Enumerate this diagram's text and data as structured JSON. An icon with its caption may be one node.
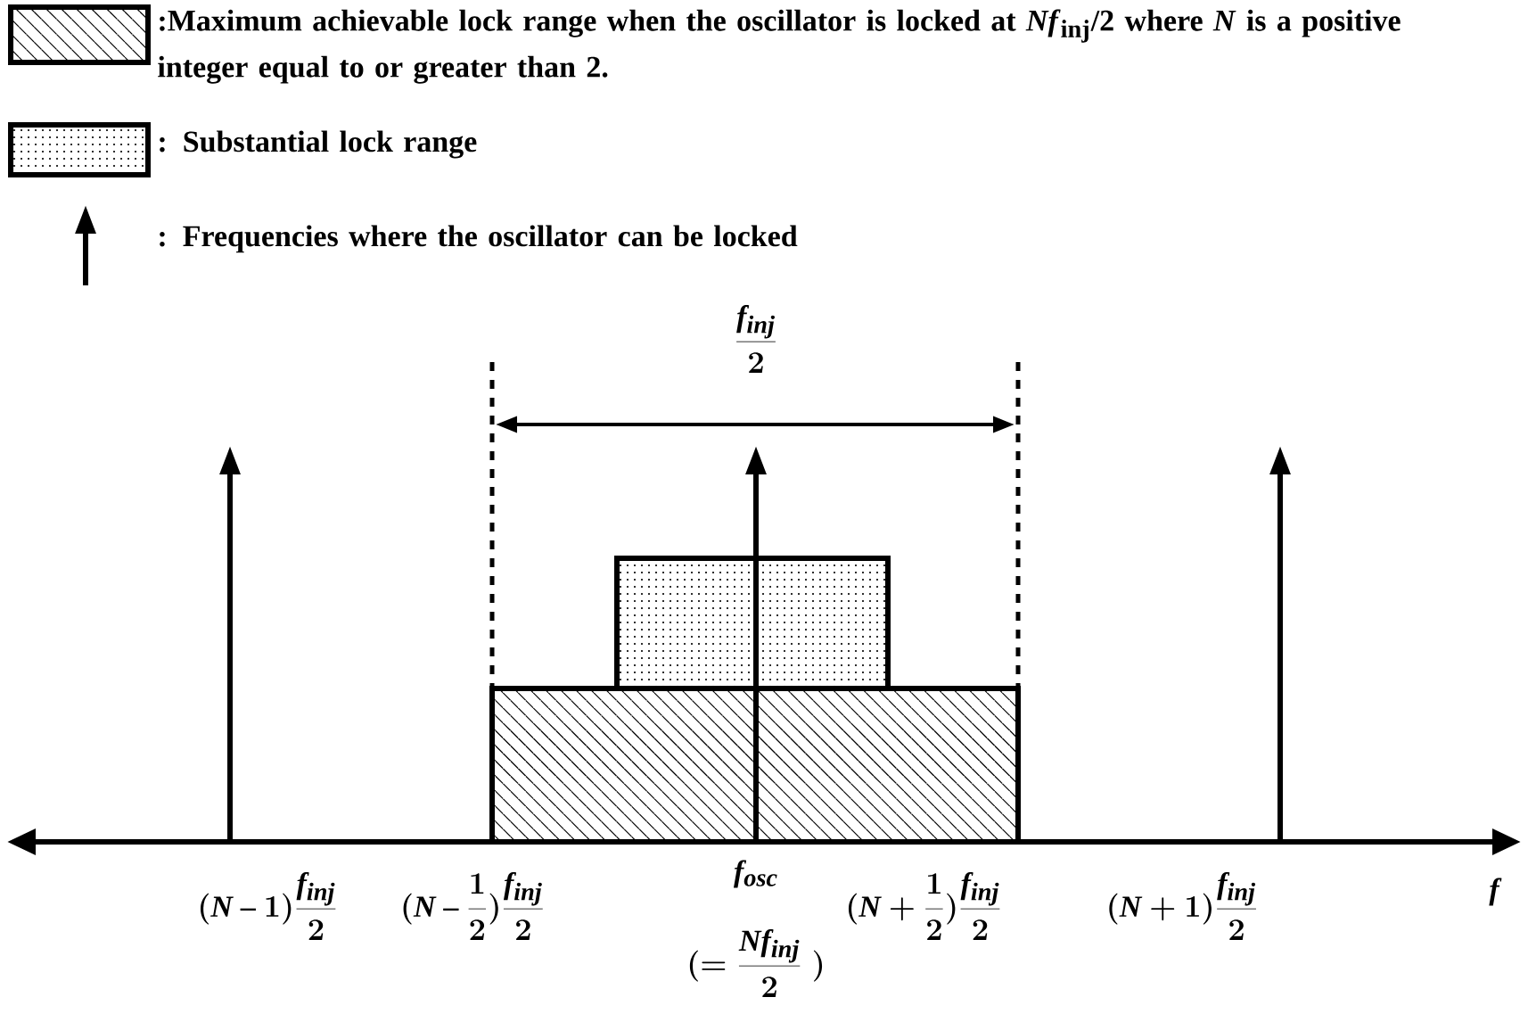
{
  "diagram": {
    "nodes": [
      {
        "text": [],
        "shape": "box"
      },
      {
        "text": [],
        "shape": "box"
      }
    ],
    "labels": [
      "\\frac{f_{inj}}{2}",
      "(N-1)\\frac{f_{inj}}{2}",
      "(N-\\frac{1}{2})\\frac{f_{inj}}{2}",
      "f_{osc}",
      "(=\\frac{Nf_{inj}}{2}\\;)",
      "(N+\\frac{1}{2})\\frac{f_{inj}}{2}",
      "(N+1)\\frac{f_{inj}}{2}",
      "f"
    ],
    "legend": [
      {
        "text": ":Maximum achievable lock range when the oscillator is locked at *Nf*$_{inj}$/2 where *N* is a positive integer equal to or greater than 2."
      },
      {
        "text": ": Substantial lock range"
      },
      {
        "text": ": Frequencies where the oscillator can be locked"
      }
    ]
  }
}
